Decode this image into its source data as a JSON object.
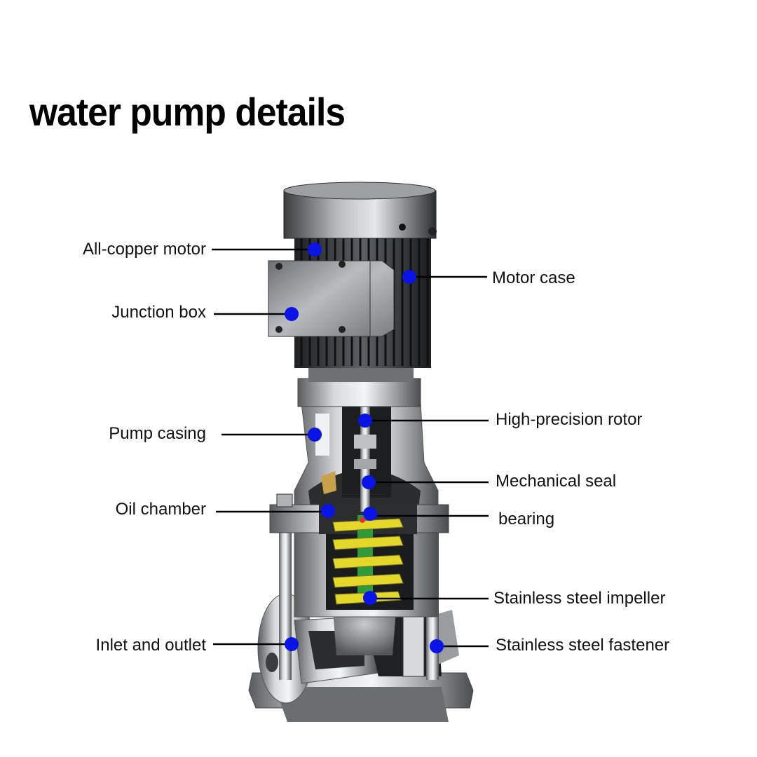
{
  "title": "water pump details",
  "colors": {
    "marker": "#0a14e6",
    "leader": "#000000",
    "impeller": "#e3d82a",
    "shaft": "#2e9a3a"
  },
  "labels": {
    "all_copper_motor": "All-copper motor",
    "junction_box": "Junction box",
    "pump_casing": "Pump casing",
    "oil_chamber": "Oil chamber",
    "inlet_outlet": "Inlet and outlet",
    "motor_case": "Motor case",
    "high_precision_rotor": "High-precision rotor",
    "mechanical_seal": "Mechanical seal",
    "bearing": "bearing",
    "impeller": "Stainless steel impeller",
    "fastener": "Stainless steel fastener"
  }
}
